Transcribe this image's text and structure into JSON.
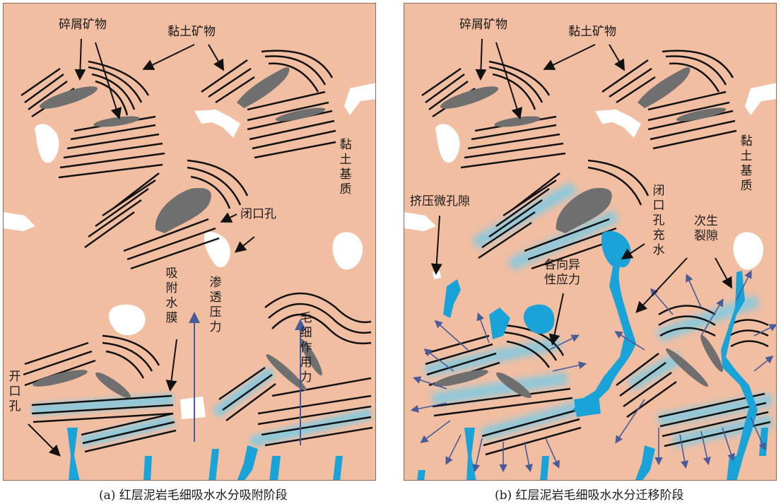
{
  "panel_a": {
    "caption": "(a) 红层泥岩毛细吸水水分吸附阶段",
    "labels": {
      "detrital": "碎屑矿物",
      "clay": "黏土矿物",
      "matrix": "黏土基质",
      "closed_pore": "闭口孔",
      "film": "吸附水膜",
      "osmotic": "渗透压力",
      "capillary": "毛细作用力",
      "open_pore": "开口孔"
    }
  },
  "panel_b": {
    "caption": "(b) 红层泥岩毛细吸水水分迁移阶段",
    "labels": {
      "detrital": "碎屑矿物",
      "clay": "黏土矿物",
      "matrix": "黏土基质",
      "squeezed": "挤压微孔隙",
      "closed_filled": "闭口孔充水",
      "anisotropic": "各向异性应力",
      "secondary": "次生裂隙"
    }
  },
  "colors": {
    "matrix": "#f2bea2",
    "water": "#1aa3d9",
    "glow": "#7ecae4",
    "mineral": "#6f6f6f",
    "arrow": "#4a5b9a",
    "line": "#111111"
  }
}
